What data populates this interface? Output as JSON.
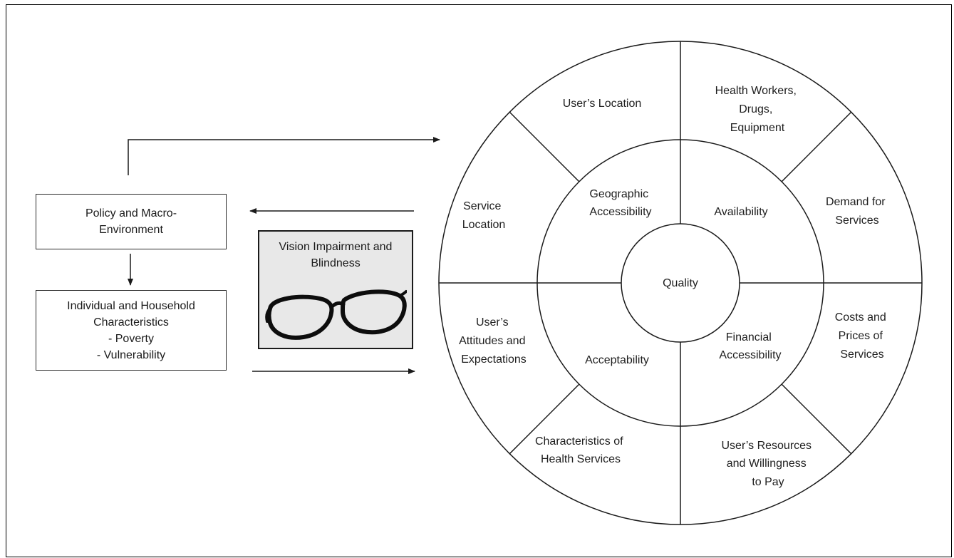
{
  "boxes": {
    "policy": [
      "Policy and Macro-",
      "Environment"
    ],
    "individual": [
      "Individual and Household",
      "Characteristics",
      "- Poverty",
      "- Vulnerability"
    ],
    "vision": [
      "Vision Impairment and",
      "Blindness"
    ]
  },
  "wheel": {
    "center": [
      "Quality"
    ],
    "inner": {
      "geographic": [
        "Geographic",
        "Accessibility"
      ],
      "availability": [
        "Availability"
      ],
      "acceptability": [
        "Acceptability"
      ],
      "financial": [
        "Financial",
        "Accessibility"
      ]
    },
    "outer": {
      "users_location": [
        "User’s Location"
      ],
      "health_workers": [
        "Health Workers,",
        "Drugs,",
        "Equipment"
      ],
      "service_location": [
        "Service",
        "Location"
      ],
      "demand": [
        "Demand for",
        "Services"
      ],
      "attitudes": [
        "User’s",
        "Attitudes and",
        "Expectations"
      ],
      "costs": [
        "Costs and",
        "Prices of",
        "Services"
      ],
      "characteristics": [
        "Characteristics of",
        "Health Services"
      ],
      "resources": [
        "User’s Resources",
        "and Willingness",
        "to Pay"
      ]
    }
  }
}
